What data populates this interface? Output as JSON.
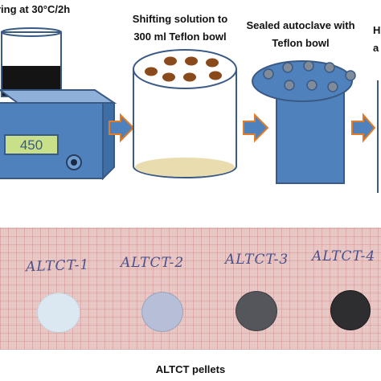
{
  "steps": [
    {
      "caption_lines": [
        "ring at 30°C/2h"
      ]
    },
    {
      "caption_lines": [
        "Shifting solution to",
        "300 ml Teflon bowl"
      ]
    },
    {
      "caption_lines": [
        "Sealed autoclave with",
        "Teflon bowl"
      ]
    },
    {
      "caption_lines": [
        "H",
        "a"
      ]
    }
  ],
  "hotplate": {
    "display_value": "450"
  },
  "pellets": [
    {
      "label": "ALTCT-1",
      "color": "#dbe8f1"
    },
    {
      "label": "ALTCT-2",
      "color": "#b7bfd8"
    },
    {
      "label": "ALTCT-3",
      "color": "#55565c"
    },
    {
      "label": "ALTCT-4",
      "color": "#2e2e30"
    }
  ],
  "footer": {
    "caption": "ALTCT pellets"
  },
  "colors": {
    "accent_blue": "#4f81bd",
    "outline_dark": "#3a5a86",
    "arrow_fill": "#4f81bd",
    "arrow_outline": "#e07b2a",
    "particle_brown": "#8a4a1c",
    "particle_gray": "#7f8b99",
    "liquid_black": "#141414",
    "sediment": "#e9ddb0",
    "display_green": "#c9e08a"
  }
}
